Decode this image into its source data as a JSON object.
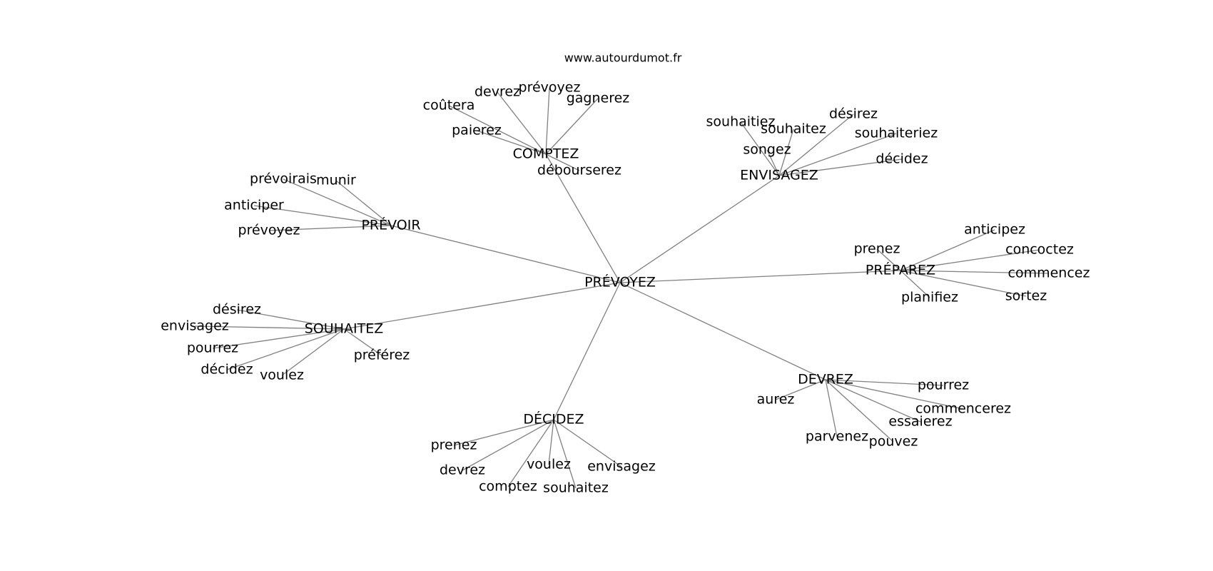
{
  "site": "www.autourdumot.fr",
  "center": "PRÉVOYEZ",
  "hubs": [
    {
      "key": "prevoir",
      "label": "PRÉVOIR",
      "leaves": [
        "prévoirais",
        "munir",
        "anticiper",
        "prévoyez"
      ]
    },
    {
      "key": "comptez",
      "label": "COMPTEZ",
      "leaves": [
        "coûtera",
        "devrez",
        "prévoyez",
        "gagnerez",
        "paierez",
        "débourserez"
      ]
    },
    {
      "key": "envisagez",
      "label": "ENVISAGEZ",
      "leaves": [
        "souhaitiez",
        "souhaitez",
        "désirez",
        "souhaiteriez",
        "songez",
        "décidez"
      ]
    },
    {
      "key": "preparez",
      "label": "PRÉPAREZ",
      "leaves": [
        "anticipez",
        "prenez",
        "concoctez",
        "commencez",
        "planifiez",
        "sortez"
      ]
    },
    {
      "key": "souhaitez",
      "label": "SOUHAITEZ",
      "leaves": [
        "désirez",
        "envisagez",
        "pourrez",
        "décidez",
        "voulez",
        "préférez"
      ]
    },
    {
      "key": "decidez",
      "label": "DÉCIDEZ",
      "leaves": [
        "prenez",
        "devrez",
        "voulez",
        "comptez",
        "souhaitez",
        "envisagez"
      ]
    },
    {
      "key": "devrez",
      "label": "DEVREZ",
      "leaves": [
        "pourrez",
        "aurez",
        "commencerez",
        "essaierez",
        "parvenez",
        "pouvez"
      ]
    }
  ]
}
